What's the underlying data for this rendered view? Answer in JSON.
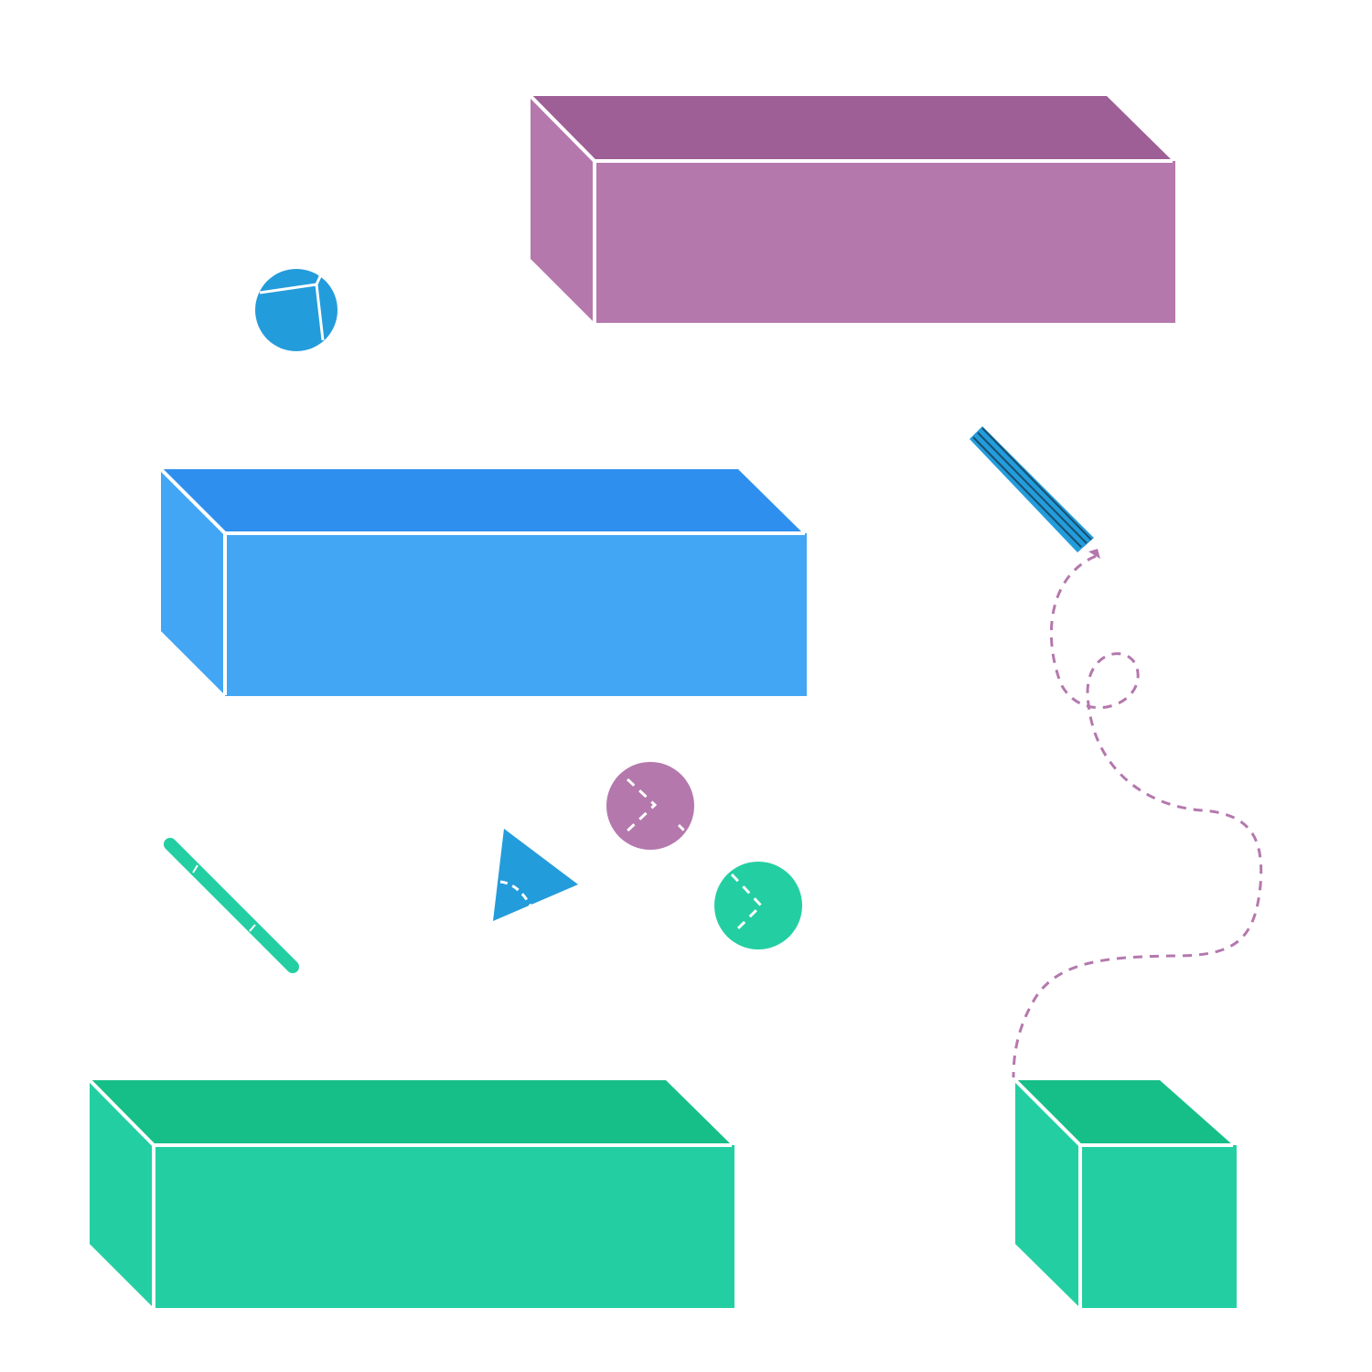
{
  "colors": {
    "background": "#ffffff",
    "purple_top": "#9e5e96",
    "purple_front": "#b478ad",
    "purple_side": "#b478ad",
    "blue_top": "#2e8fee",
    "blue_front": "#42a6f4",
    "blue_side": "#42a6f4",
    "green_top": "#16bf88",
    "green_front": "#23cfa2",
    "green_side": "#23cfa2",
    "ball_blue": "#239cdb",
    "ball_purple": "#b478ad",
    "ball_green": "#23cfa2",
    "triangle_blue": "#239cdb",
    "pencil_blue": "#239cdb",
    "chalk_green": "#23cfa2",
    "dashed_path": "#b478ad",
    "outline": "#ffffff"
  },
  "objects": [
    "purple-block",
    "blue-block",
    "green-long-block",
    "green-cube",
    "blue-ball",
    "purple-ball",
    "green-ball",
    "blue-triangle",
    "blue-pencil",
    "green-chalk",
    "dashed-path"
  ]
}
